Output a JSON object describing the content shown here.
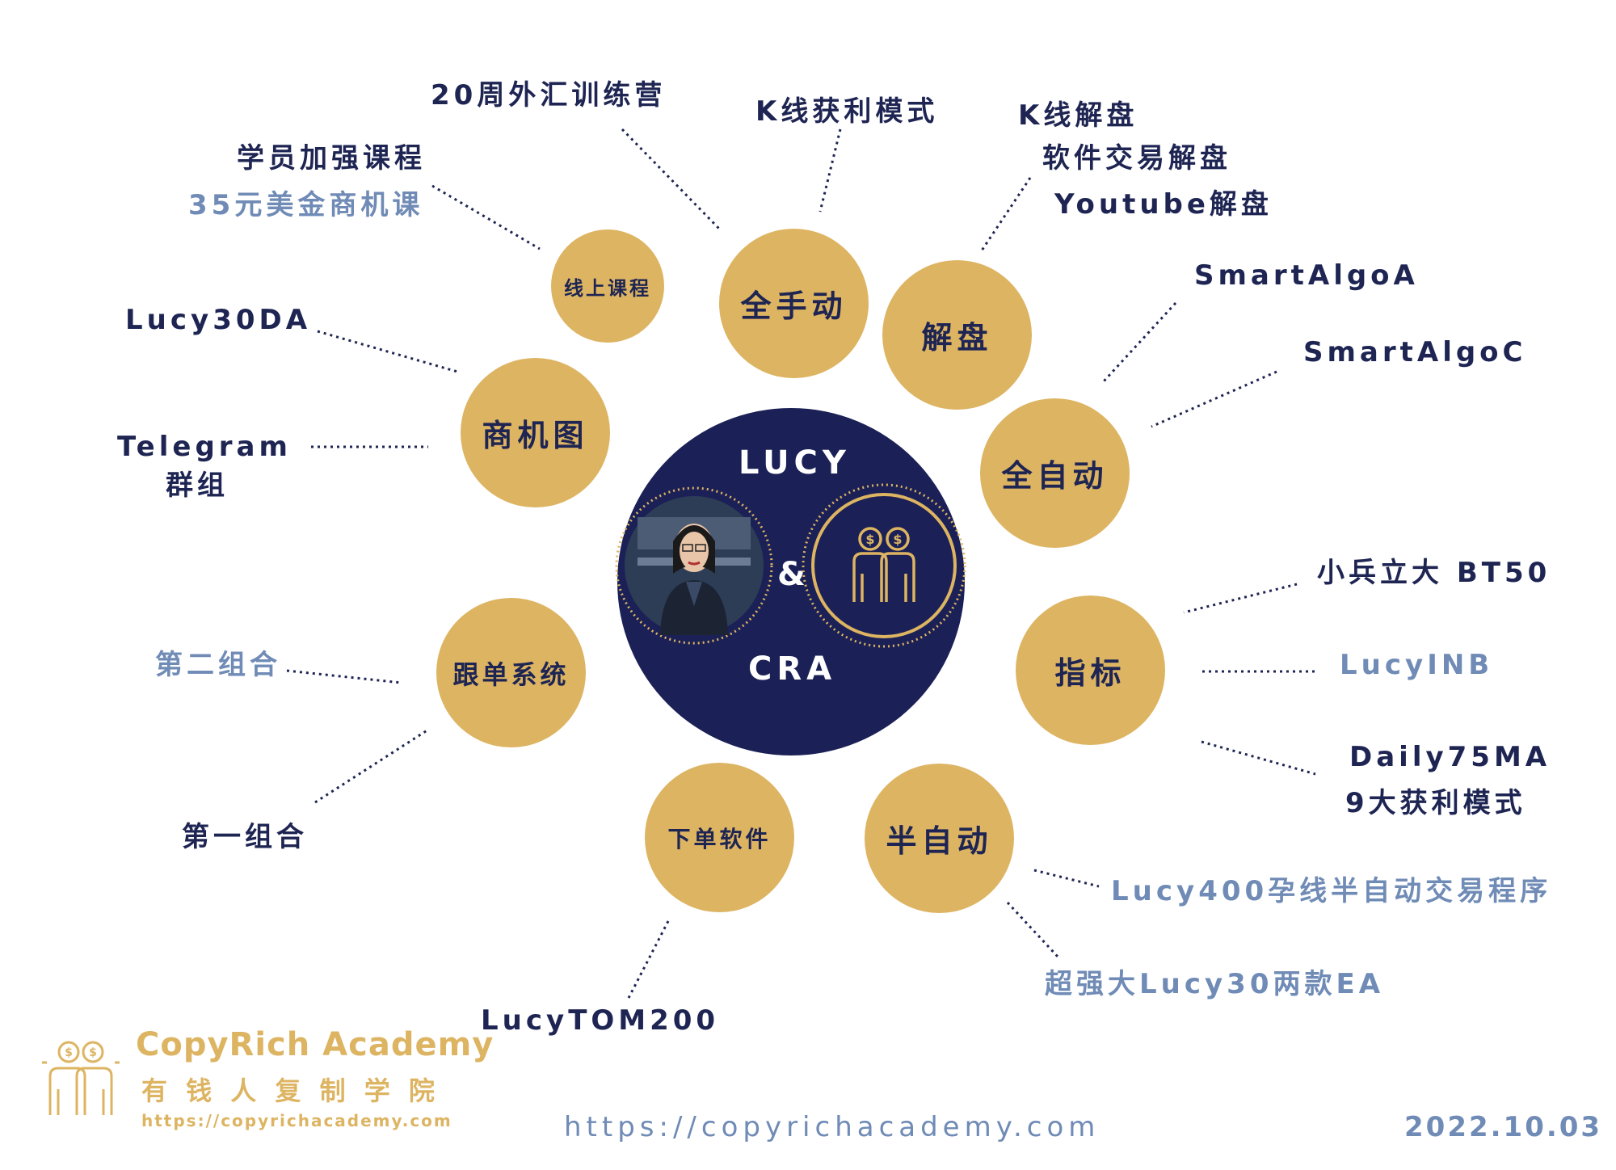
{
  "center": {
    "top": "LUCY",
    "amp": "&",
    "bottom": "CRA"
  },
  "nodes": {
    "online_course": "线上课程",
    "full_manual": "全手动",
    "analysis": "解盘",
    "business_chart": "商机图",
    "full_auto": "全自动",
    "copy_trade": "跟单系统",
    "indicator": "指标",
    "order_software": "下单软件",
    "semi_auto": "半自动"
  },
  "labels": {
    "fx_camp": "20周外汇训练营",
    "kline_profit": "K线获利模式",
    "kline_analysis": "K线解盘",
    "software_analysis": "软件交易解盘",
    "youtube_analysis": "Youtube解盘",
    "student_course": "学员加强课程",
    "usd35_course": "35元美金商机课",
    "smartalgo_a": "SmartAlgoA",
    "smartalgo_c": "SmartAlgoC",
    "lucy30da": "Lucy30DA",
    "telegram_1": "Telegram",
    "telegram_2": "群组",
    "bt50": "小兵立大 BT50",
    "lucyinb": "LucyINB",
    "daily75ma": "Daily75MA",
    "nine_modes": "9大获利模式",
    "group_two": "第二组合",
    "group_one": "第一组合",
    "lucy400": "Lucy400孕线半自动交易程序",
    "lucy30_ea": "超强大Lucy30两款EA",
    "lucytom200": "LucyTOM200"
  },
  "brand": {
    "name": "CopyRich Academy",
    "chinese": "有 钱 人 复 制 学 院",
    "url": "https://copyrichacademy.com"
  },
  "footer": {
    "url": "https://copyrichacademy.com",
    "date": "2022.10.03"
  },
  "icons": [
    "avatar-portrait",
    "people-money-icon",
    "copyrich-logo-icon"
  ],
  "colors": {
    "gold": "#ddb462",
    "navy": "#1b2156",
    "text_dark": "#1e2553",
    "text_blue": "#6f8bb6"
  }
}
